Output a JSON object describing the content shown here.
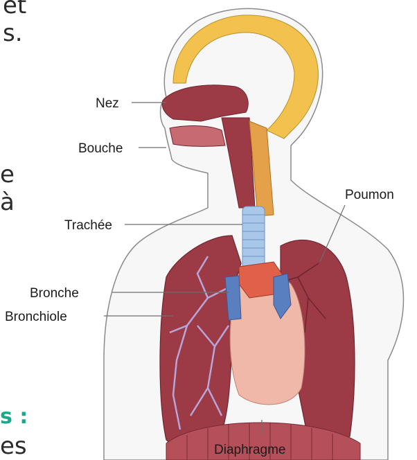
{
  "page_fragments": {
    "top_line_1": "et",
    "top_line_2": "s.",
    "mid_line_1": "e",
    "mid_line_2": "à",
    "colored_heading": "s :",
    "bottom_line": "es"
  },
  "labels": {
    "nez": "Nez",
    "bouche": "Bouche",
    "trachee": "Trachée",
    "bronche": "Bronche",
    "bronchiole": "Bronchiole",
    "poumon": "Poumon",
    "diaphragme": "Diaphragme"
  },
  "colors": {
    "skin_outline": "#8a8a8a",
    "skull": "#f2c14e",
    "lung": "#9c3a45",
    "lung_dark": "#7a2934",
    "trachea": "#a9c7e8",
    "heart": "#f0b8a8",
    "heart_red": "#e0604a",
    "vein_blue": "#5a7fc0",
    "diaphragm": "#b5505a",
    "heading_teal": "#1aa88a"
  }
}
